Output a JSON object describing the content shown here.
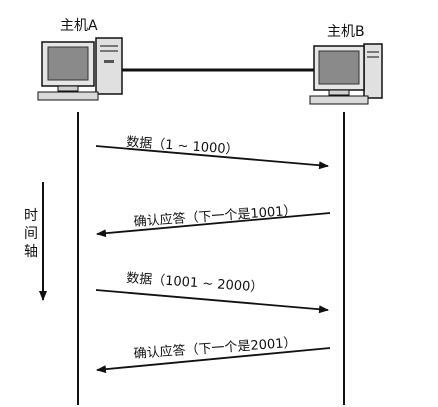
{
  "hosts": {
    "a": {
      "label": "主机A"
    },
    "b": {
      "label": "主机B"
    }
  },
  "time_axis": {
    "label_chars": [
      "时",
      "间",
      "轴"
    ]
  },
  "messages": [
    {
      "label": "数据（1 ~ 1000）",
      "direction": "A-to-B"
    },
    {
      "label": "确认应答（下一个是1001）",
      "direction": "B-to-A"
    },
    {
      "label": "数据（1001 ~ 2000）",
      "direction": "A-to-B"
    },
    {
      "label": "确认应答（下一个是2001）",
      "direction": "B-to-A"
    }
  ],
  "colors": {
    "line": "#111111",
    "monitor_body": "#e6e6e6",
    "screen": "#8a8a8a",
    "tower": "#e0e0e0"
  }
}
